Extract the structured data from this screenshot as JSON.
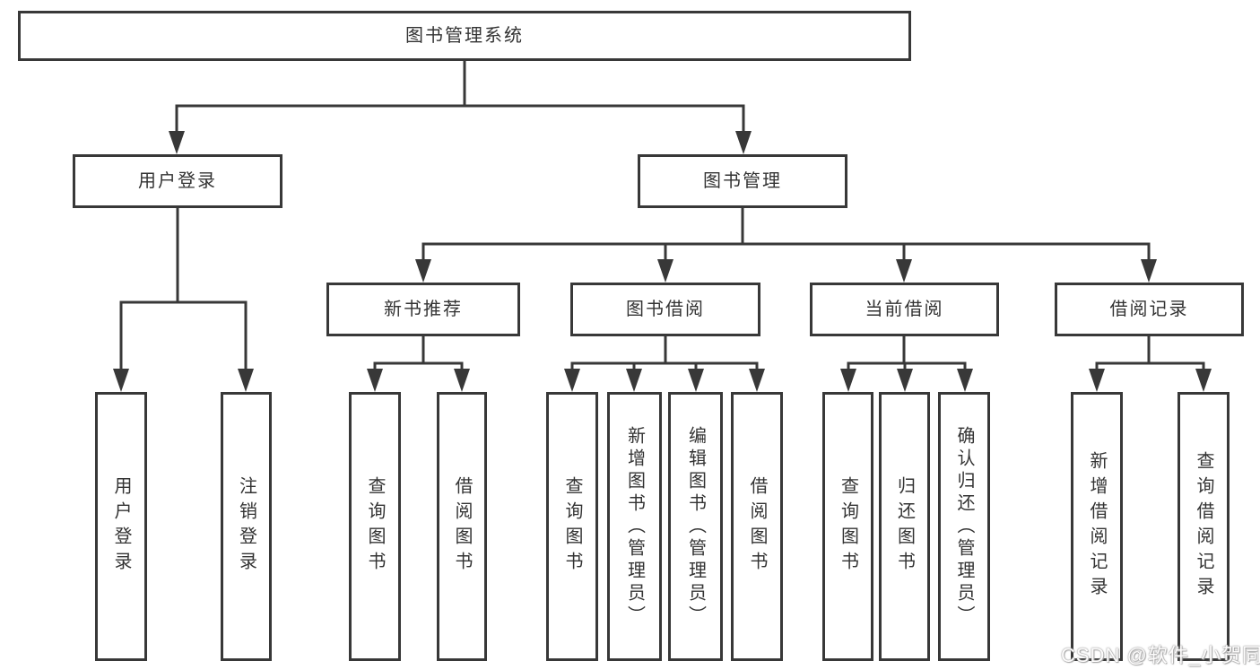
{
  "tree": {
    "root": {
      "label": "图书管理系统"
    },
    "branches": [
      {
        "label": "用户登录",
        "children": [
          {
            "label": "用户登录"
          },
          {
            "label": "注销登录"
          }
        ]
      },
      {
        "label": "图书管理",
        "children": [
          {
            "label": "新书推荐",
            "children": [
              {
                "label": "查询图书"
              },
              {
                "label": "借阅图书"
              }
            ]
          },
          {
            "label": "图书借阅",
            "children": [
              {
                "label": "查询图书"
              },
              {
                "label": "新增图书（管理员）"
              },
              {
                "label": "编辑图书（管理员）"
              },
              {
                "label": "借阅图书"
              }
            ]
          },
          {
            "label": "当前借阅",
            "children": [
              {
                "label": "查询图书"
              },
              {
                "label": "归还图书"
              },
              {
                "label": "确认归还（管理员）"
              }
            ]
          },
          {
            "label": "借阅记录",
            "children": [
              {
                "label": "新增借阅记录"
              },
              {
                "label": "查询借阅记录"
              }
            ]
          }
        ]
      }
    ]
  },
  "watermark": "CSDN @软件_小贺同学",
  "colors": {
    "line": "#383838",
    "text": "#333333",
    "background": "#ffffff",
    "watermark_fill": "#fdfcfc"
  }
}
